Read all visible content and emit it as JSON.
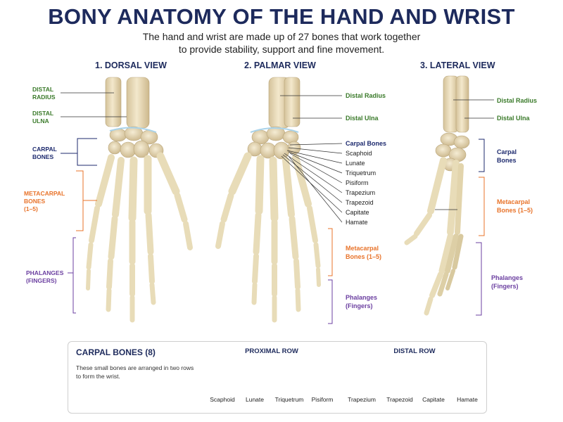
{
  "title": "BONY ANATOMY OF THE HAND AND WRIST",
  "subtitle_line1": "The hand and wrist are made up of 27 bones that work together",
  "subtitle_line2": "to provide stability, support and fine movement.",
  "views": {
    "dorsal": {
      "title": "1. DORSAL VIEW",
      "labels": {
        "distal_radius_1": "DISTAL",
        "distal_radius_2": "RADIUS",
        "distal_ulna_1": "DISTAL",
        "distal_ulna_2": "ULNA",
        "carpal_1": "CARPAL",
        "carpal_2": "BONES",
        "metacarpal_1": "METACARPAL",
        "metacarpal_2": "BONES",
        "metacarpal_3": "(1–5)",
        "phalanges_1": "PHALANGES",
        "phalanges_2": "(FINGERS)"
      }
    },
    "palmar": {
      "title": "2. PALMAR VIEW",
      "labels": {
        "distal_radius": "Distal Radius",
        "distal_ulna": "Distal Ulna",
        "carpal_bones": "Carpal Bones",
        "scaphoid": "Scaphoid",
        "lunate": "Lunate",
        "triquetrum": "Triquetrum",
        "pisiform": "Pisiform",
        "trapezium": "Trapezium",
        "trapezoid": "Trapezoid",
        "capitate": "Capitate",
        "hamate": "Hamate",
        "metacarpal_1": "Metacarpal",
        "metacarpal_2": "Bones (1–5)",
        "phalanges_1": "Phalanges",
        "phalanges_2": "(Fingers)"
      }
    },
    "lateral": {
      "title": "3. LATERAL VIEW",
      "labels": {
        "distal_radius": "Distal Radius",
        "distal_ulna": "Distal Ulna",
        "carpal_1": "Carpal",
        "carpal_2": "Bones",
        "metacarpal_1": "Metacarpal",
        "metacarpal_2": "Bones (1–5)",
        "phalanges_1": "Phalanges",
        "phalanges_2": "(Fingers)"
      }
    }
  },
  "panel": {
    "title": "CARPAL BONES (8)",
    "description": "These small bones are arranged in two rows to form the wrist.",
    "proximal_row": {
      "title": "PROXIMAL ROW",
      "bones": [
        "Scaphoid",
        "Lunate",
        "Triquetrum",
        "Pisiform"
      ]
    },
    "distal_row": {
      "title": "DISTAL ROW",
      "bones": [
        "Trapezium",
        "Trapezoid",
        "Capitate",
        "Hamate"
      ]
    }
  },
  "colors": {
    "navy": "#1d2a5c",
    "green": "#3a7a2a",
    "orange": "#e8732a",
    "purple": "#6b3fa0",
    "bone": "#eadcb6",
    "bone_shade": "#c9b689",
    "cartilage": "#a9d3ea"
  },
  "icons": {
    "bone_illustration": "hand-skeleton-illustration"
  }
}
